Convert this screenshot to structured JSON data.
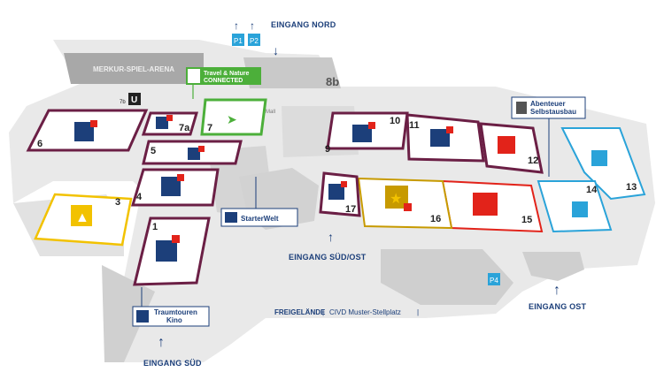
{
  "venue": {
    "arena_label": "MERKUR-SPIEL-ARENA",
    "legend_freigelaende": "FREIGELÄNDE",
    "legend_separator": "|",
    "legend_muster": "CIVD Muster-Stellplatz",
    "legend_end": "|"
  },
  "entrances": {
    "north": "EINGANG NORD",
    "south": "EINGANG SÜD",
    "south_east": "EINGANG SÜD/OST",
    "east": "EINGANG OST"
  },
  "parking": {
    "p1": "P1",
    "p2": "P2",
    "p4": "P4"
  },
  "halls": {
    "h1": "1",
    "h3": "3",
    "h4": "4",
    "h5": "5",
    "h6": "6",
    "h7": "7",
    "h7a": "7a",
    "h8b": "8b",
    "h9": "9",
    "h10": "10",
    "h11": "11",
    "h12": "12",
    "h13": "13",
    "h14": "14",
    "h15": "15",
    "h16": "16",
    "h17": "17",
    "h7b": "7b"
  },
  "signs": {
    "travel_line1": "Travel & Nature",
    "travel_line2": "CONNECTED",
    "starterwelt": "StarterWelt",
    "abenteuer_line1": "Abenteuer",
    "abenteuer_line2": "Selbstausbau",
    "kino_line1": "Traumtouren",
    "kino_line2": "Kino",
    "mall": "Mall"
  },
  "colors": {
    "hall_outline": "#6b1f45",
    "accent_blue": "#1c3f7a",
    "red": "#e2231a",
    "green": "#4caf3a",
    "yellow": "#f2c200",
    "teal": "#2aa3d9",
    "gold": "#c79a00",
    "ground": "#e4e4e4"
  },
  "icons": [
    "caravan-icon",
    "camping-bus-icon",
    "tent-icon",
    "star-icon",
    "navigation-icon",
    "van-icon",
    "phone-icon",
    "microphone-icon",
    "signpost-icon",
    "camera-icon",
    "drill-icon"
  ]
}
